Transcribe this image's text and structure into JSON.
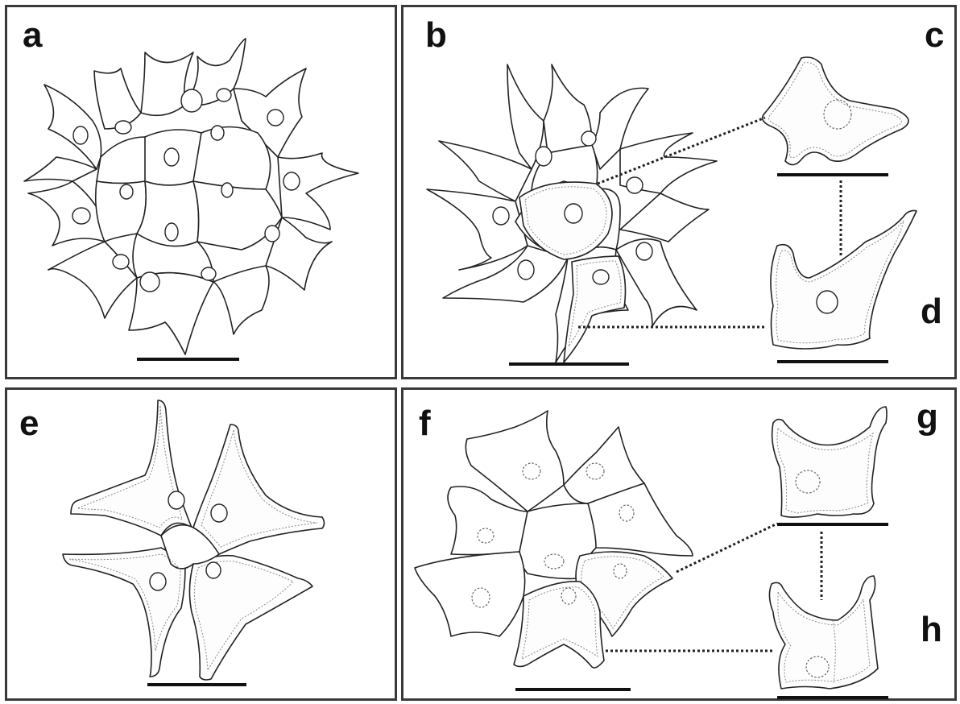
{
  "panels": {
    "a": {
      "label": "a"
    },
    "b": {
      "label": "b"
    },
    "c": {
      "label": "c"
    },
    "d": {
      "label": "d"
    },
    "e": {
      "label": "e"
    },
    "f": {
      "label": "f"
    },
    "g": {
      "label": "g"
    },
    "h": {
      "label": "h"
    }
  },
  "colors": {
    "line": "#222222",
    "border": "#3a3a3a",
    "background": "#ffffff"
  }
}
